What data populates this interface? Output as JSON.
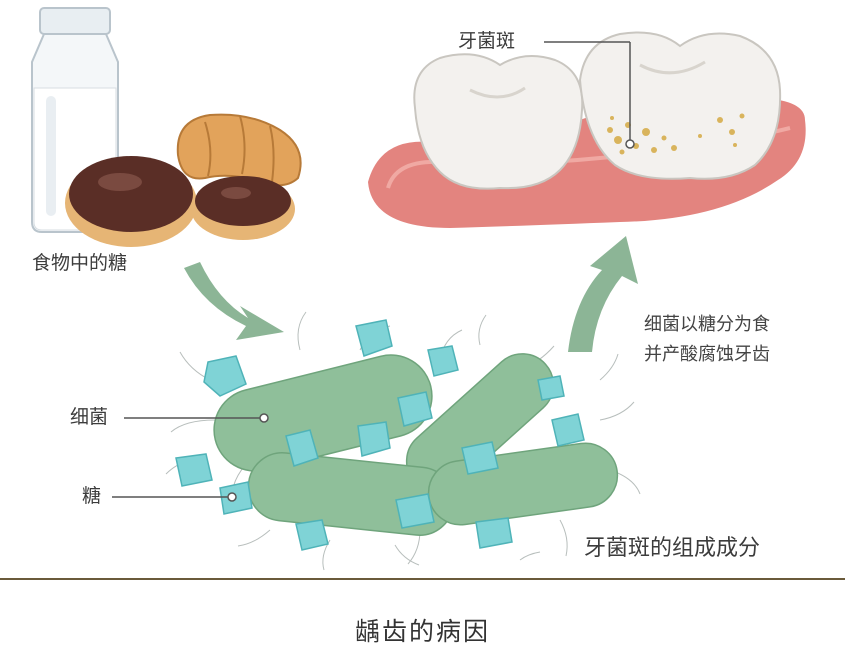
{
  "labels": {
    "plaque_top": "牙菌斑",
    "food_sugar": "食物中的糖",
    "bacteria": "细菌",
    "sugar": "糖",
    "process_line1": "细菌以糖分为食",
    "process_line2": "并产酸腐蚀牙齿",
    "plaque_components": "牙菌斑的组成成分"
  },
  "caption": "龋齿的病因",
  "colors": {
    "arrow": "#8cb596",
    "bacteria": "#8fbf9a",
    "sugar_crystal": "#7fd3d6",
    "gum": "#e3847f",
    "tooth": "#f3f1ee",
    "plaque_spots": "#d9b45c",
    "donut_icing": "#5a2e26",
    "bread": "#e0a45a",
    "divider": "#6a5a3a"
  }
}
